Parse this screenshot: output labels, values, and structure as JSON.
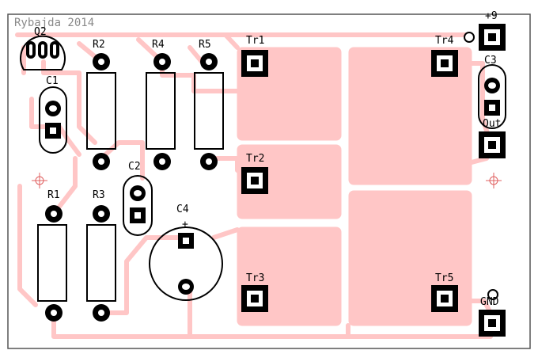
{
  "board": {
    "title": "Rybajda 2014",
    "colors": {
      "copper": "#ffc6c6",
      "outline": "#000000",
      "pad": "#000000",
      "text": "#000000",
      "title": "#8a8a8a",
      "mark": "#e06060"
    }
  },
  "labels": {
    "q2": "Q2",
    "c1": "C1",
    "r2": "R2",
    "r4": "R4",
    "r5": "R5",
    "tr1": "Tr1",
    "tr4": "Tr4",
    "plus9": "+9",
    "c3": "C3",
    "out": "Out",
    "tr2": "Tr2",
    "c2": "C2",
    "r1": "R1",
    "r3": "R3",
    "c4": "C4",
    "c4_polarity": "+",
    "tr3": "Tr3",
    "tr5": "Tr5",
    "gnd": "GND"
  }
}
